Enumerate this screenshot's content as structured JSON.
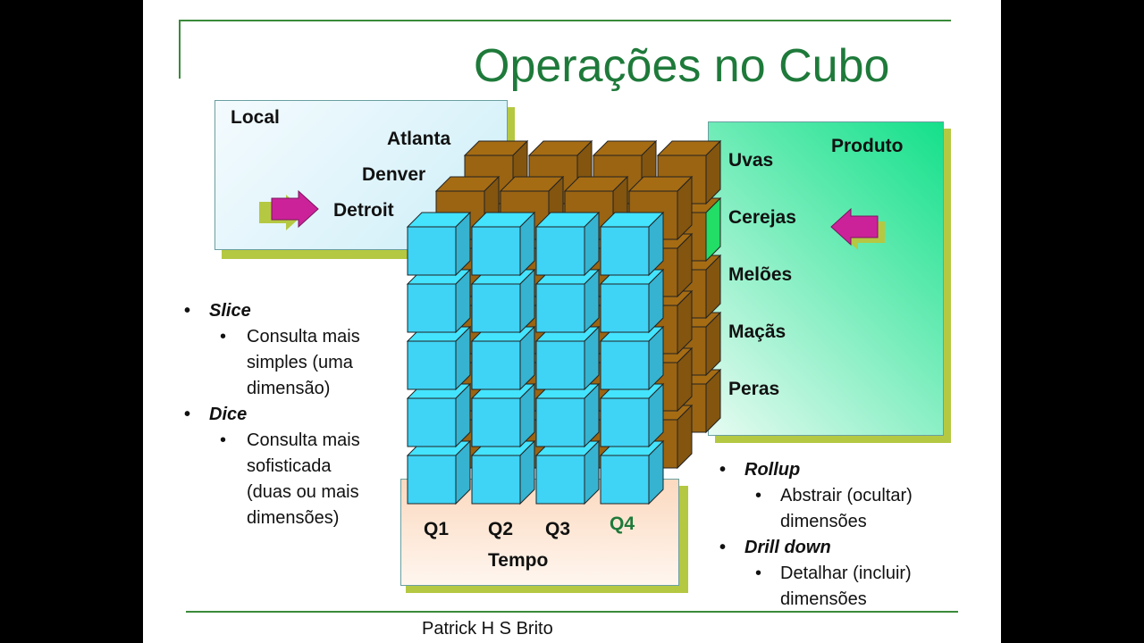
{
  "title": "Operações no Cubo",
  "local": {
    "label": "Local",
    "items": [
      "Atlanta",
      "Denver",
      "Detroit"
    ]
  },
  "produto": {
    "label": "Produto",
    "items": [
      "Uvas",
      "Cerejas",
      "Melões",
      "Maçãs",
      "Peras"
    ]
  },
  "tempo": {
    "label": "Tempo",
    "items": [
      "Q1",
      "Q2",
      "Q3",
      "Q4"
    ]
  },
  "left_bullets": [
    {
      "term": "Slice",
      "desc": [
        "Consulta mais",
        "simples (uma",
        "dimensão)"
      ]
    },
    {
      "term": "Dice",
      "desc": [
        "Consulta mais",
        "sofisticada",
        "(duas ou mais",
        "dimensões)"
      ]
    }
  ],
  "right_bullets": [
    {
      "term": "Rollup",
      "desc": [
        "Abstrair (ocultar)",
        "dimensões"
      ]
    },
    {
      "term": "Drill down",
      "desc": [
        "Detalhar (incluir)",
        "dimensões"
      ]
    }
  ],
  "footer": "Patrick H S Brito",
  "colors": {
    "title": "#1e7a3a",
    "cyan": "#3fd3f5",
    "brown": "#9a6412",
    "green_cube": "#22dd66",
    "arrow": "#cc2299",
    "shadow": "#b5c842"
  }
}
